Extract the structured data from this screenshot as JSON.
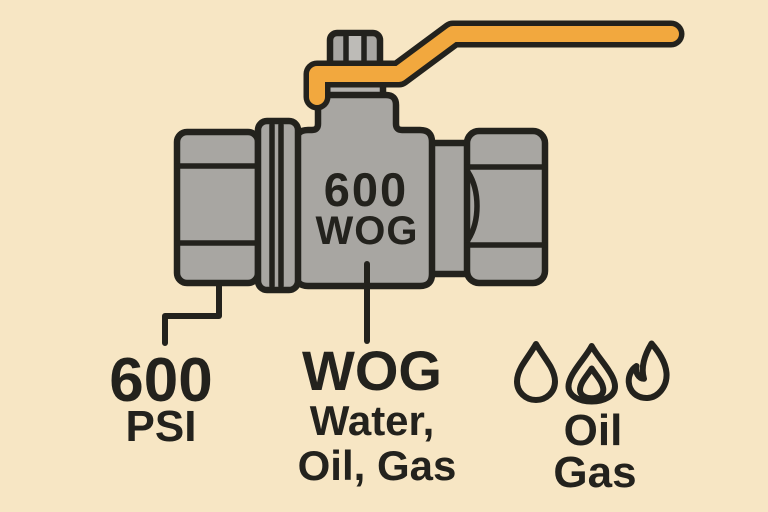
{
  "title": "600 WOG ball valve marking diagram",
  "colors": {
    "background": "#f7e6c4",
    "ink": "#23221d",
    "metal": "#a8a6a2",
    "metal_light": "#bdbbb7",
    "metal_flange": "#b4b2ae",
    "handle": "#f2a83e"
  },
  "valve": {
    "marking_line1": "600",
    "marking_line2": "WOG"
  },
  "labels": {
    "pressure": {
      "value": "600",
      "unit": "PSI"
    },
    "wog": {
      "abbr": "WOG",
      "media_line1": "Water,",
      "media_line2": "Oil, Gas"
    },
    "media": {
      "line1": "Oil",
      "line2": "Gas"
    }
  },
  "icons": [
    {
      "name": "water-drop-icon",
      "meaning": "Water"
    },
    {
      "name": "oil-flame-icon",
      "meaning": "Oil"
    },
    {
      "name": "gas-flame-icon",
      "meaning": "Gas"
    }
  ]
}
